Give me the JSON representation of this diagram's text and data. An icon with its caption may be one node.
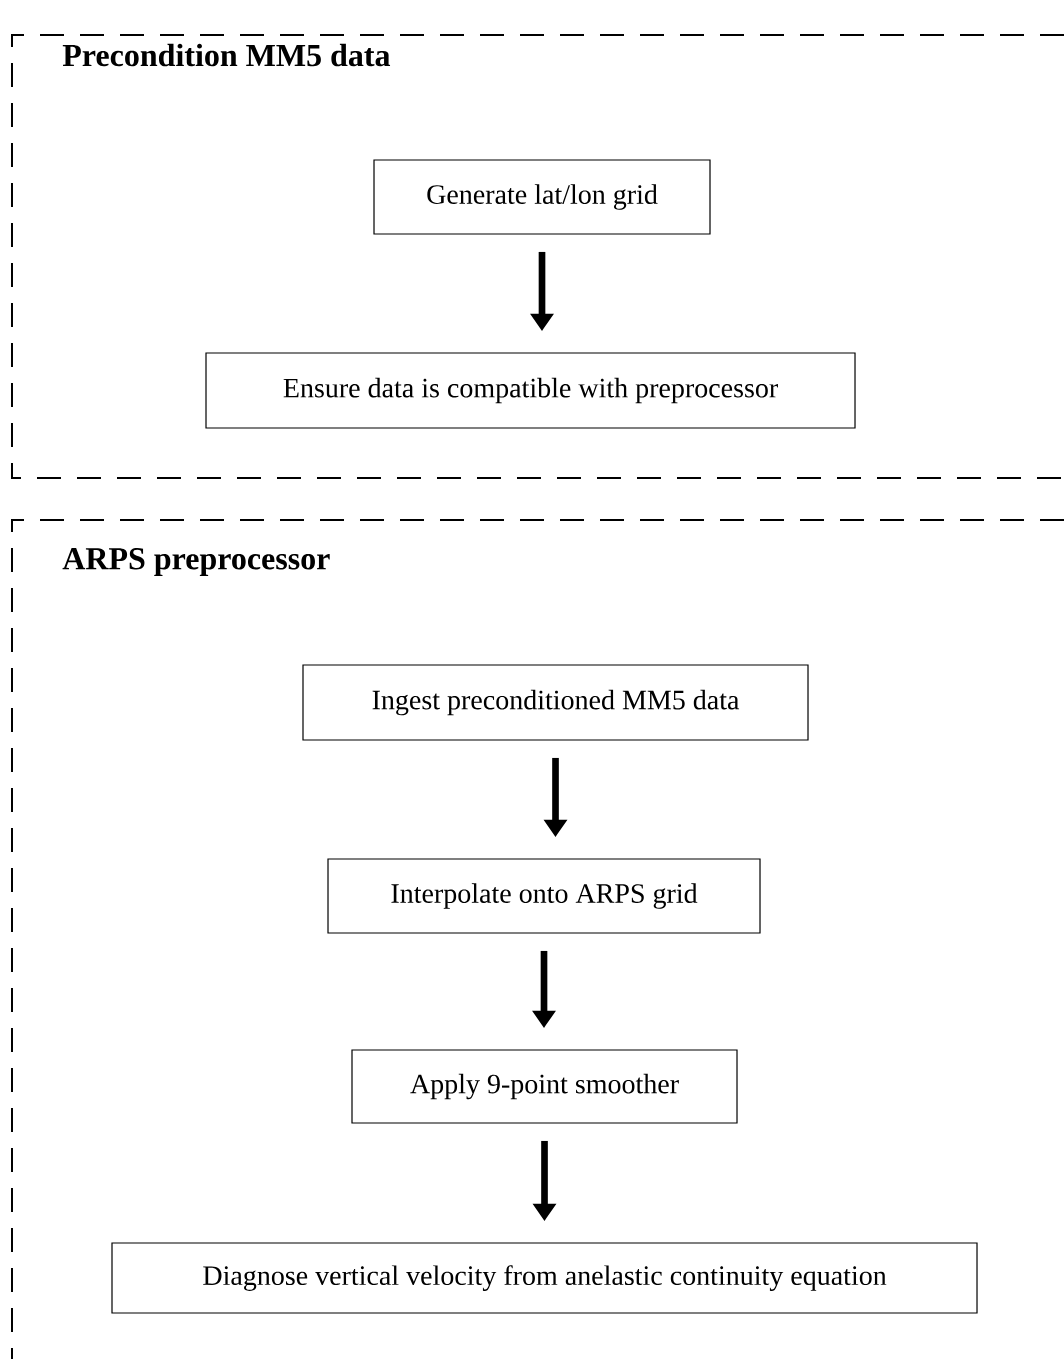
{
  "diagram": {
    "nodes": [
      {
        "text": [
          "Precondition MM5 data"
        ]
      },
      {
        "text": [
          "Generate lat/lon grid"
        ],
        "in": 0
      },
      {
        "text": [
          "Ensure data is compatible with preprocessor"
        ],
        "in": 0
      },
      {
        "text": [
          "ARPS preprocessor"
        ]
      },
      {
        "text": [
          "Ingest preconditioned MM5 data"
        ],
        "in": 3
      },
      {
        "text": [
          "Interpolate onto ARPS grid"
        ],
        "in": 3
      },
      {
        "text": [
          "Apply 9-point smoother"
        ],
        "in": 3
      },
      {
        "text": [
          "Diagnose vertical velocity from anelastic continuity equation"
        ],
        "in": 3
      }
    ],
    "edges": [
      {
        "from": 1,
        "to": 2,
        "arrow": "to"
      },
      {
        "from": 4,
        "to": 5,
        "arrow": "to"
      },
      {
        "from": 5,
        "to": 6,
        "arrow": "to"
      },
      {
        "from": 6,
        "to": 7,
        "arrow": "to"
      }
    ]
  }
}
